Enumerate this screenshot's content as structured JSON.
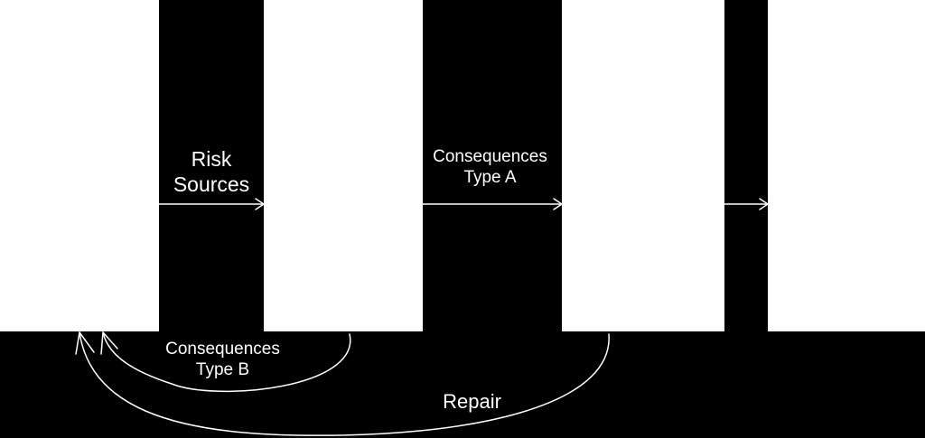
{
  "colors": {
    "background": "#000000",
    "block": "#ffffff",
    "line": "#ffffff",
    "text": "#ffffff"
  },
  "blocks": [
    "",
    "",
    "",
    ""
  ],
  "labels": {
    "risk_sources": [
      "Risk",
      "Sources"
    ],
    "consequences_a": [
      "Consequences",
      "Type A"
    ],
    "consequences_b": [
      "Consequences",
      "Type B"
    ],
    "repair": "Repair"
  }
}
